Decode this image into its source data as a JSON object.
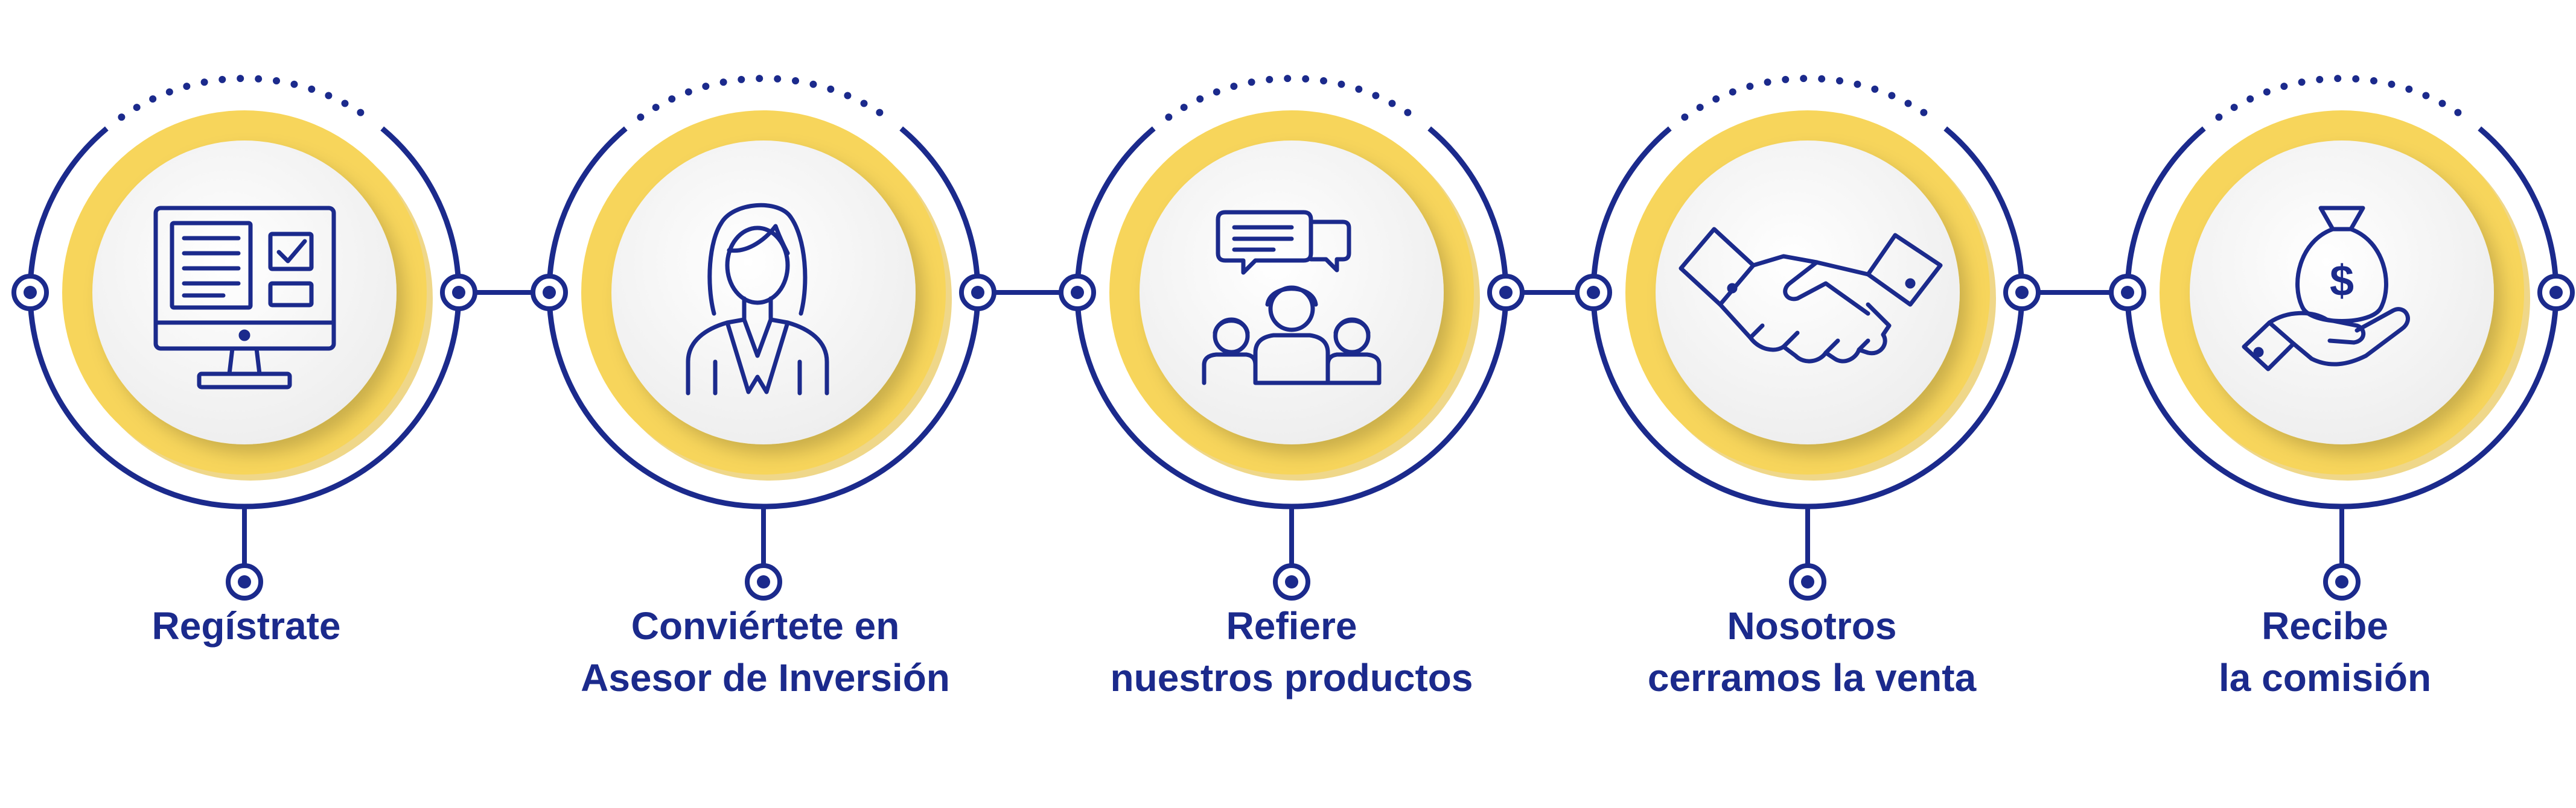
{
  "colors": {
    "navy": "#1B2A8C",
    "yellow": "#F7D55B",
    "yellow_shadow": "#E4BC3A",
    "disc": "#F6F6F6",
    "background": "#FFFFFF"
  },
  "steps": [
    {
      "icon": "computer-register-icon",
      "label_lines": [
        "Regístrate"
      ]
    },
    {
      "icon": "advisor-woman-icon",
      "label_lines": [
        "Conviértete en",
        "Asesor de Inversión"
      ]
    },
    {
      "icon": "refer-group-icon",
      "label_lines": [
        "Refiere",
        "nuestros productos"
      ]
    },
    {
      "icon": "handshake-icon",
      "label_lines": [
        "Nosotros",
        "cerramos la venta"
      ]
    },
    {
      "icon": "commission-hand-icon",
      "label_lines": [
        "Recibe",
        "la comisión"
      ]
    }
  ]
}
